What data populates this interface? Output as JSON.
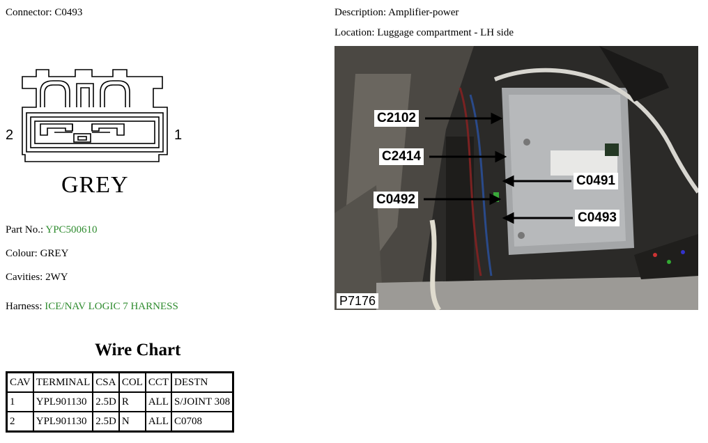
{
  "header": {
    "connector": "Connector: C0493",
    "description": "Description: Amplifier-power",
    "location": "Location: Luggage compartment - LH side"
  },
  "connector_diagram": {
    "pin_left": "2",
    "pin_right": "1",
    "color_label": "GREY"
  },
  "details": {
    "part_no_label": "Part No.:",
    "part_no_value": "YPC500610",
    "colour": "Colour: GREY",
    "cavities": "Cavities: 2WY",
    "harness_label": "Harness:",
    "harness_value": "ICE/NAV LOGIC 7 HARNESS"
  },
  "wire_chart": {
    "title": "Wire Chart",
    "headers": [
      "CAV",
      "TERMINAL",
      "CSA",
      "COL",
      "CCT",
      "DESTN"
    ],
    "rows": [
      [
        "1",
        "YPL901130",
        "2.5D",
        "R",
        "ALL",
        "S/JOINT 308"
      ],
      [
        "2",
        "YPL901130",
        "2.5D",
        "N",
        "ALL",
        "C0708"
      ]
    ]
  },
  "photo": {
    "code": "P7176",
    "callouts": [
      "C2102",
      "C2414",
      "C0491",
      "C0492",
      "C0493"
    ]
  },
  "colors": {
    "link_green": "#2e8b2e"
  }
}
